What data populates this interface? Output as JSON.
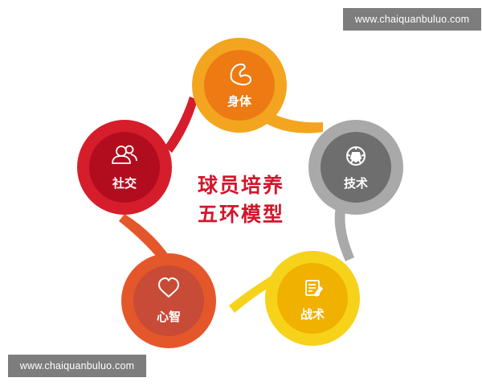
{
  "watermark_top": "www.chaiquanbuluo.com",
  "watermark_bottom": "www.chaiquanbuluo.com",
  "center_title": {
    "line1": "球员培养",
    "line2": "五环模型"
  },
  "nodes": [
    {
      "id": "body",
      "label": "身体",
      "icon": "flexed-arm-icon",
      "color_outer": "#F3A51F",
      "color_inner": "#EE7A14"
    },
    {
      "id": "technique",
      "label": "技术",
      "icon": "soccer-ball-icon",
      "color_outer": "#A9A9A9",
      "color_inner": "#6E6E6E"
    },
    {
      "id": "tactics",
      "label": "战术",
      "icon": "tactics-board-icon",
      "color_outer": "#F7D21B",
      "color_inner": "#F0B100"
    },
    {
      "id": "mind",
      "label": "心智",
      "icon": "heart-icon",
      "color_outer": "#E4572B",
      "color_inner": "#C74B37"
    },
    {
      "id": "social",
      "label": "社交",
      "icon": "people-icon",
      "color_outer": "#D61D2B",
      "color_inner": "#B20D1E"
    }
  ],
  "title_color": "#D3152B"
}
